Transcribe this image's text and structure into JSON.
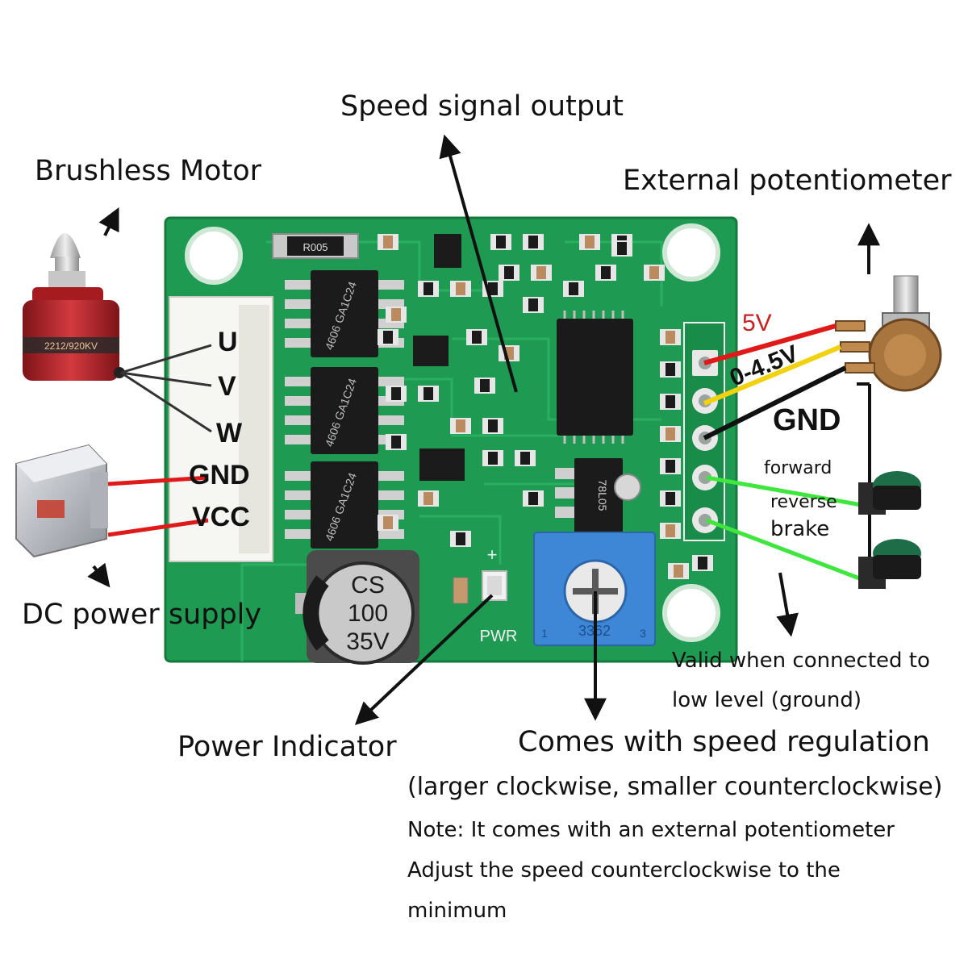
{
  "labels": {
    "speed_signal_output": "Speed signal output",
    "brushless_motor": "Brushless Motor",
    "external_potentiometer": "External potentiometer",
    "dc_power_supply": "DC power supply",
    "power_indicator": "Power Indicator",
    "speed_regulation": "Comes with speed regulation",
    "speed_regulation_note": "(larger clockwise, smaller counterclockwise)",
    "note_line1": "Note: It comes with an external potentiometer",
    "note_line2": "Adjust the speed counterclockwise to the",
    "note_line3": "minimum",
    "valid_line1": "Valid when connected to",
    "valid_line2": "low level (ground)"
  },
  "motor_pins": {
    "u": "U",
    "v": "V",
    "w": "W"
  },
  "power_pins": {
    "gnd": "GND",
    "vcc": "VCC"
  },
  "pot_pins": {
    "v5": "5V",
    "signal": "0-4.5V",
    "gnd": "GND"
  },
  "control_pins": {
    "forward": "forward",
    "reverse": "reverse",
    "brake": "brake"
  },
  "board": {
    "resistor": "R005",
    "mosfet": "4606",
    "mosfet_code": "GA1C24",
    "regulator": "78L05",
    "capacitor_brand": "CS",
    "capacitor_value": "100",
    "capacitor_voltage": "35V",
    "pwr_label": "PWR",
    "pot_code": "3362",
    "pot_pin1": "1",
    "pot_pin3": "3",
    "plus_mark": "+",
    "motor_marking": "2212/920KV"
  },
  "colors": {
    "pcb": "#1f9a52",
    "pcb_dark": "#137a3c",
    "wire_red": "#e01919",
    "wire_yellow": "#f2d20f",
    "wire_black": "#111111",
    "wire_green": "#3ee63e",
    "motor_red": "#b8232a",
    "trimpot_blue": "#3e86d6"
  }
}
